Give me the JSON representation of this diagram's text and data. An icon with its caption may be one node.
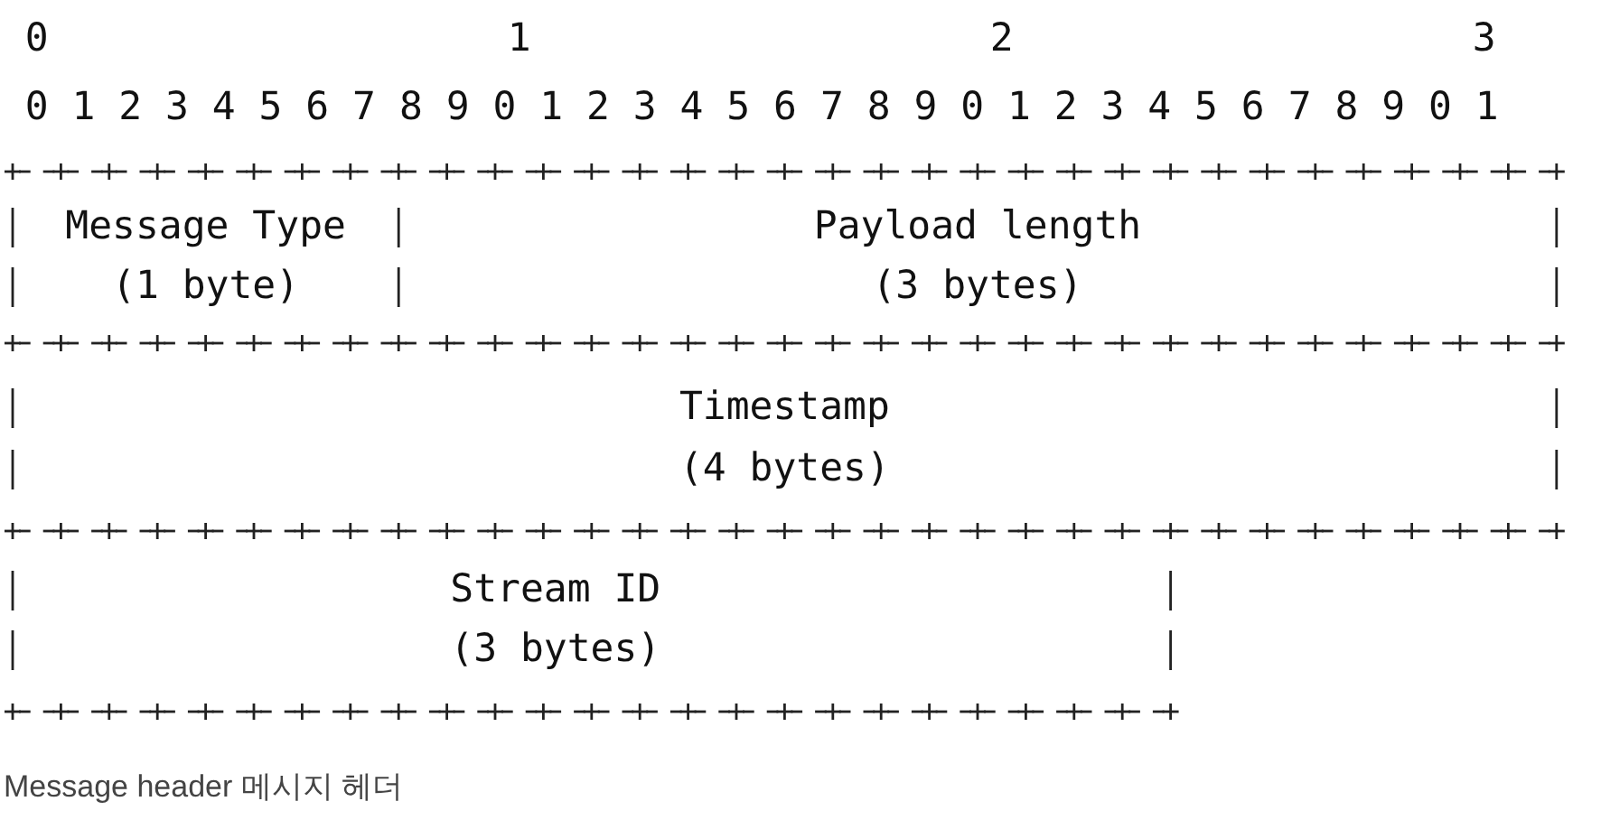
{
  "diagram": {
    "caption": "Message header 메시지 헤더",
    "nodes": [
      {
        "text": [
          "Message Type",
          "(1 byte)"
        ]
      },
      {
        "text": [
          "Payload length",
          "(3 bytes)"
        ]
      },
      {
        "text": [
          "Timestamp",
          "(4 bytes)"
        ]
      },
      {
        "text": [
          "Stream ID",
          "(3 bytes)"
        ]
      }
    ],
    "labels": [
      "0",
      "1",
      "2",
      "3",
      "0 1 2 3 4 5 6 7 8 9 0 1 2 3 4 5 6 7 8 9 0 1 2 3 4 5 6 7 8 9 0 1"
    ]
  }
}
